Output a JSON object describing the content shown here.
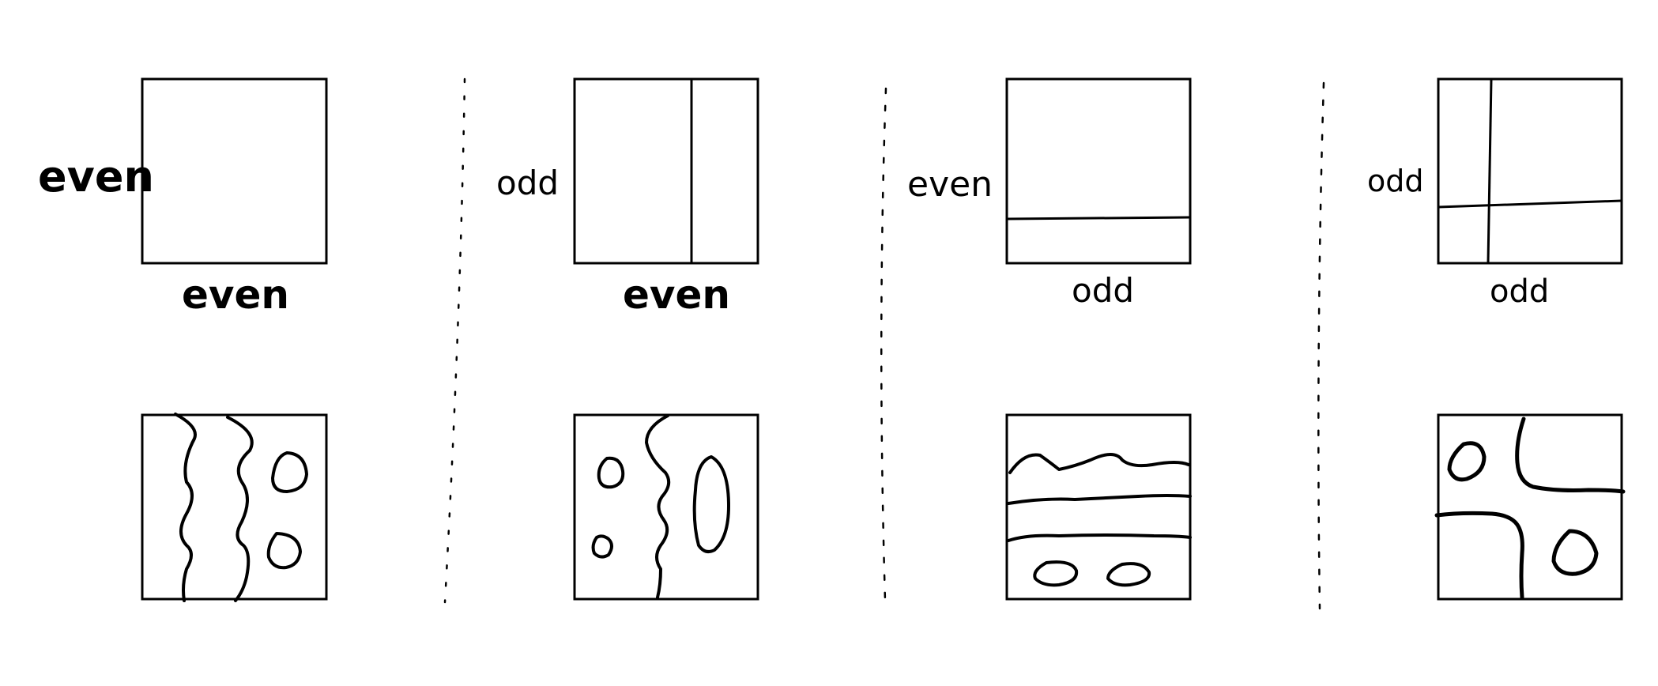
{
  "panels": [
    {
      "left_label": "even",
      "bottom_label": "even"
    },
    {
      "left_label": "odd",
      "bottom_label": "even"
    },
    {
      "left_label": "even",
      "bottom_label": "odd"
    },
    {
      "left_label": "odd",
      "bottom_label": "odd"
    }
  ],
  "colors": {
    "ink": "#000000",
    "paper": "#ffffff"
  }
}
